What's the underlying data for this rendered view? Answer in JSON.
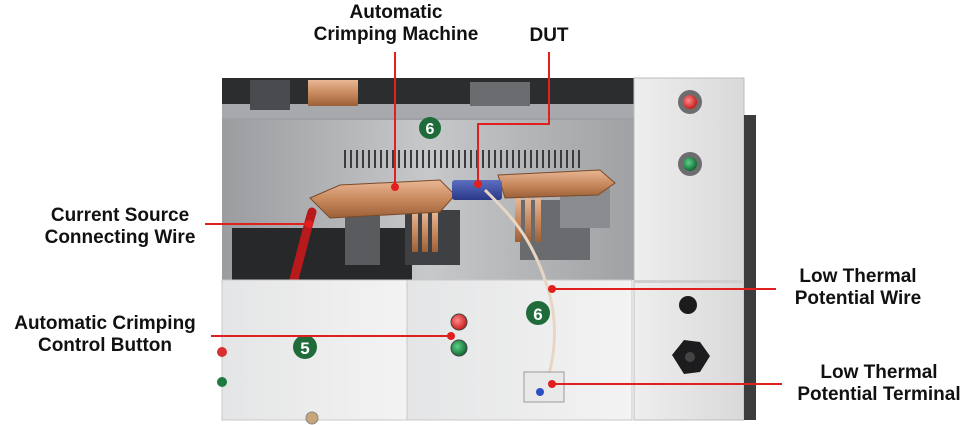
{
  "labels": {
    "automatic_crimping_machine": [
      "Automatic",
      "Crimping Machine"
    ],
    "dut": "DUT",
    "current_source_connecting_wire": [
      "Current Source",
      "Connecting Wire"
    ],
    "automatic_crimping_control_button": [
      "Automatic Crimping",
      "Control Button"
    ],
    "low_thermal_potential_wire": [
      "Low Thermal",
      "Potential Wire"
    ],
    "low_thermal_potential_terminal": [
      "Low Thermal",
      "Potential Terminal"
    ]
  },
  "module_numbers": {
    "upper": "6",
    "lower_left": "5",
    "lower_right": "6"
  },
  "colors": {
    "callout_line": "#e0201e",
    "badge_green": "#1f6b3a",
    "copper": "#c98a5e",
    "button_red": "#e63a3a",
    "button_green": "#1e8a46"
  }
}
